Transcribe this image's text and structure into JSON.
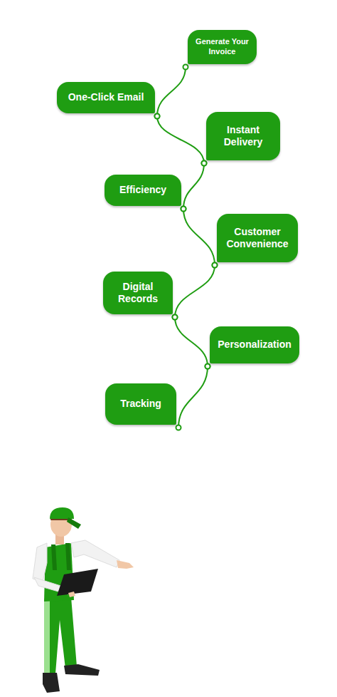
{
  "diagram": {
    "nodes": [
      {
        "text": [
          "Generate Your Invoice"
        ]
      },
      {
        "text": [
          "One-Click Email"
        ]
      },
      {
        "text": [
          "Instant Delivery"
        ]
      },
      {
        "text": [
          "Efficiency"
        ]
      },
      {
        "text": [
          "Customer Convenience"
        ]
      },
      {
        "text": [
          "Digital Records"
        ]
      },
      {
        "text": [
          "Personalization"
        ]
      },
      {
        "text": [
          "Tracking"
        ]
      }
    ],
    "edges": [
      {
        "from": 0,
        "to": 1,
        "arrow": "none"
      },
      {
        "from": 1,
        "to": 2,
        "arrow": "none"
      },
      {
        "from": 2,
        "to": 3,
        "arrow": "none"
      },
      {
        "from": 3,
        "to": 4,
        "arrow": "none"
      },
      {
        "from": 4,
        "to": 5,
        "arrow": "none"
      },
      {
        "from": 5,
        "to": 6,
        "arrow": "none"
      },
      {
        "from": 6,
        "to": 7,
        "arrow": "none"
      }
    ]
  }
}
